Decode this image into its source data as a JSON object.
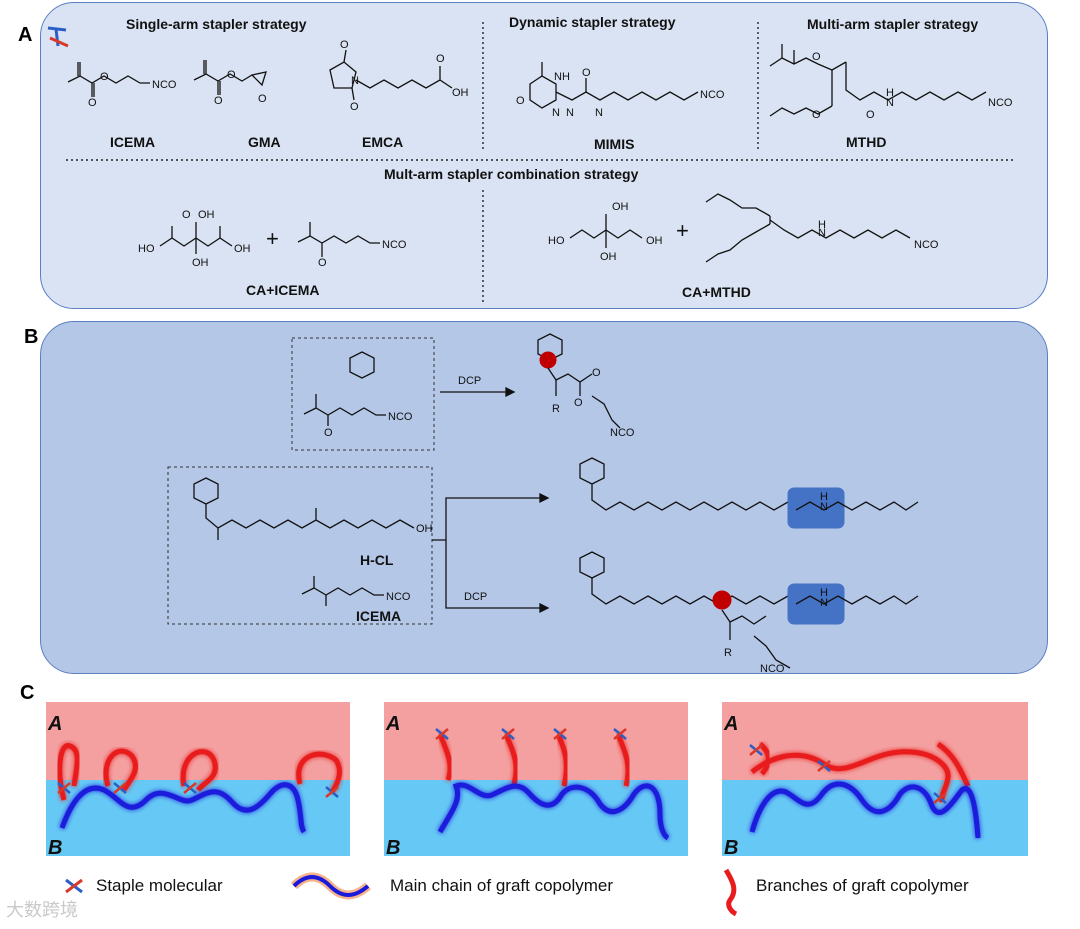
{
  "panels": {
    "a": {
      "letter": "A",
      "headers": {
        "single": "Single-arm  stapler  strategy",
        "dynamic": "Dynamic stapler strategy",
        "multi": "Multi-arm stapler  strategy",
        "combo": "Mult-arm stapler combination strategy"
      },
      "compounds": [
        "ICEMA",
        "GMA",
        "EMCA",
        "MIMIS",
        "MTHD",
        "CA+ICEMA",
        "CA+MTHD"
      ]
    },
    "b": {
      "letter": "B",
      "reagent": "DCP",
      "labels": [
        "H-CL",
        "ICEMA"
      ]
    },
    "c": {
      "letter": "C",
      "layer_top": "A",
      "layer_bottom": "B"
    }
  },
  "atoms": {
    "nco": "NCO",
    "oh": "OH",
    "ho": "HO",
    "o": "O",
    "n": "N",
    "nh": "NH",
    "h": "H",
    "r": "R"
  },
  "legend": {
    "staple": "Staple molecular",
    "main_chain": "Main chain of graft copolymer",
    "branches": "Branches of graft copolymer"
  },
  "colors": {
    "panel_a_bg": "#dae3f3",
    "panel_b_bg": "#b4c7e7",
    "layer_a": "#f4a0a0",
    "layer_b": "#66c8f5",
    "main_chain": "#1a1adc",
    "branch": "#e81c1c",
    "highlight": "#4472c4",
    "radical": "#c00000"
  },
  "watermark": "大数跨境"
}
